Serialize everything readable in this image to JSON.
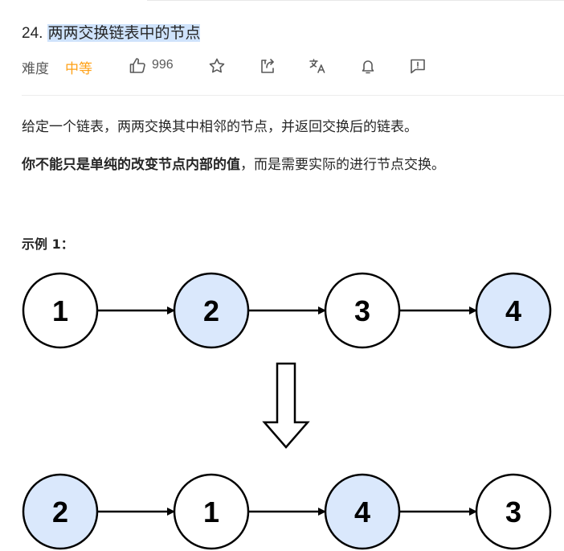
{
  "problem": {
    "number": "24.",
    "title": "两两交换链表中的节点",
    "difficulty_label": "难度",
    "difficulty": "中等",
    "likes": "996"
  },
  "toolbar": {
    "icons": [
      "thumbs-up-icon",
      "star-icon",
      "share-icon",
      "translate-icon",
      "bell-icon",
      "feedback-icon"
    ]
  },
  "description": {
    "paragraph1": "给定一个链表，两两交换其中相邻的节点，并返回交换后的链表。",
    "paragraph2_bold": "你不能只是单纯的改变节点内部的值",
    "paragraph2_rest": "，而是需要实际的进行节点交换。"
  },
  "example": {
    "label": "示例 1：",
    "input_nodes": [
      {
        "value": "1",
        "highlighted": false
      },
      {
        "value": "2",
        "highlighted": true
      },
      {
        "value": "3",
        "highlighted": false
      },
      {
        "value": "4",
        "highlighted": true
      }
    ],
    "output_nodes": [
      {
        "value": "2",
        "highlighted": true
      },
      {
        "value": "1",
        "highlighted": false
      },
      {
        "value": "4",
        "highlighted": true
      },
      {
        "value": "3",
        "highlighted": false
      }
    ]
  },
  "colors": {
    "difficulty_medium": "#ffa116",
    "title_highlight": "#cfe3fc",
    "node_highlight": "#dae8fc",
    "node_plain": "#ffffff",
    "stroke": "#000000"
  }
}
